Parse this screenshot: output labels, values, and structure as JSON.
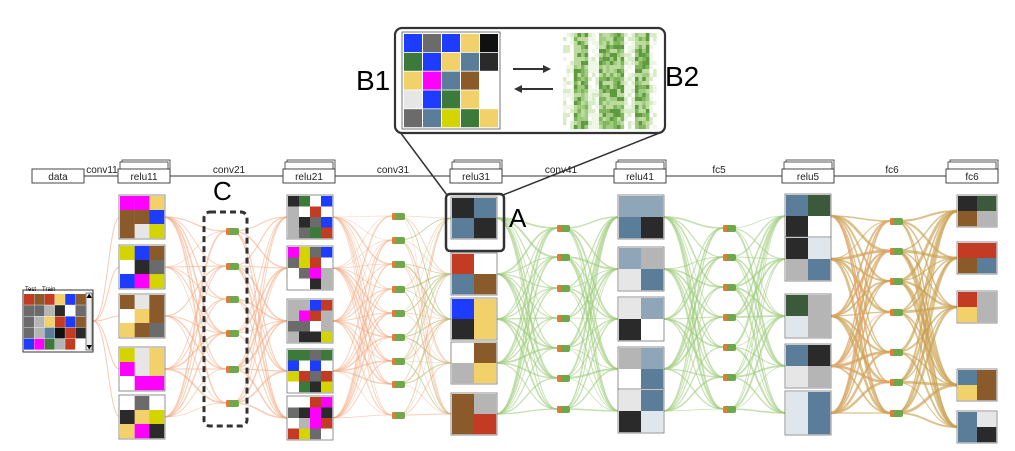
{
  "annotations": {
    "a": "A",
    "b1": "B1",
    "b2": "B2",
    "c": "C"
  },
  "input_panel": {
    "tab_test": "Test",
    "tab_train": "Train"
  },
  "layers": [
    {
      "id": "data",
      "label": "data",
      "boxed": true
    },
    {
      "id": "conv11",
      "label": "conv11",
      "boxed": false
    },
    {
      "id": "relu11",
      "label": "relu11",
      "boxed": true
    },
    {
      "id": "conv21",
      "label": "conv21",
      "boxed": false
    },
    {
      "id": "relu21",
      "label": "relu21",
      "boxed": true
    },
    {
      "id": "conv31",
      "label": "conv31",
      "boxed": false
    },
    {
      "id": "relu31",
      "label": "relu31",
      "boxed": true
    },
    {
      "id": "conv41",
      "label": "conv41",
      "boxed": false
    },
    {
      "id": "relu41",
      "label": "relu41",
      "boxed": true
    },
    {
      "id": "fc5",
      "label": "fc5",
      "boxed": false
    },
    {
      "id": "relu5",
      "label": "relu5",
      "boxed": true
    },
    {
      "id": "fc6",
      "label": "fc6",
      "boxed": false
    },
    {
      "id": "fc6b",
      "label": "fc6",
      "boxed": true
    }
  ],
  "colors": {
    "early_edges": "#f3a57c",
    "mid_edges": "#9ccc7a",
    "late_edges": "#c9a04e",
    "node": "#6fa84a",
    "node_accent": "#e07b39"
  }
}
